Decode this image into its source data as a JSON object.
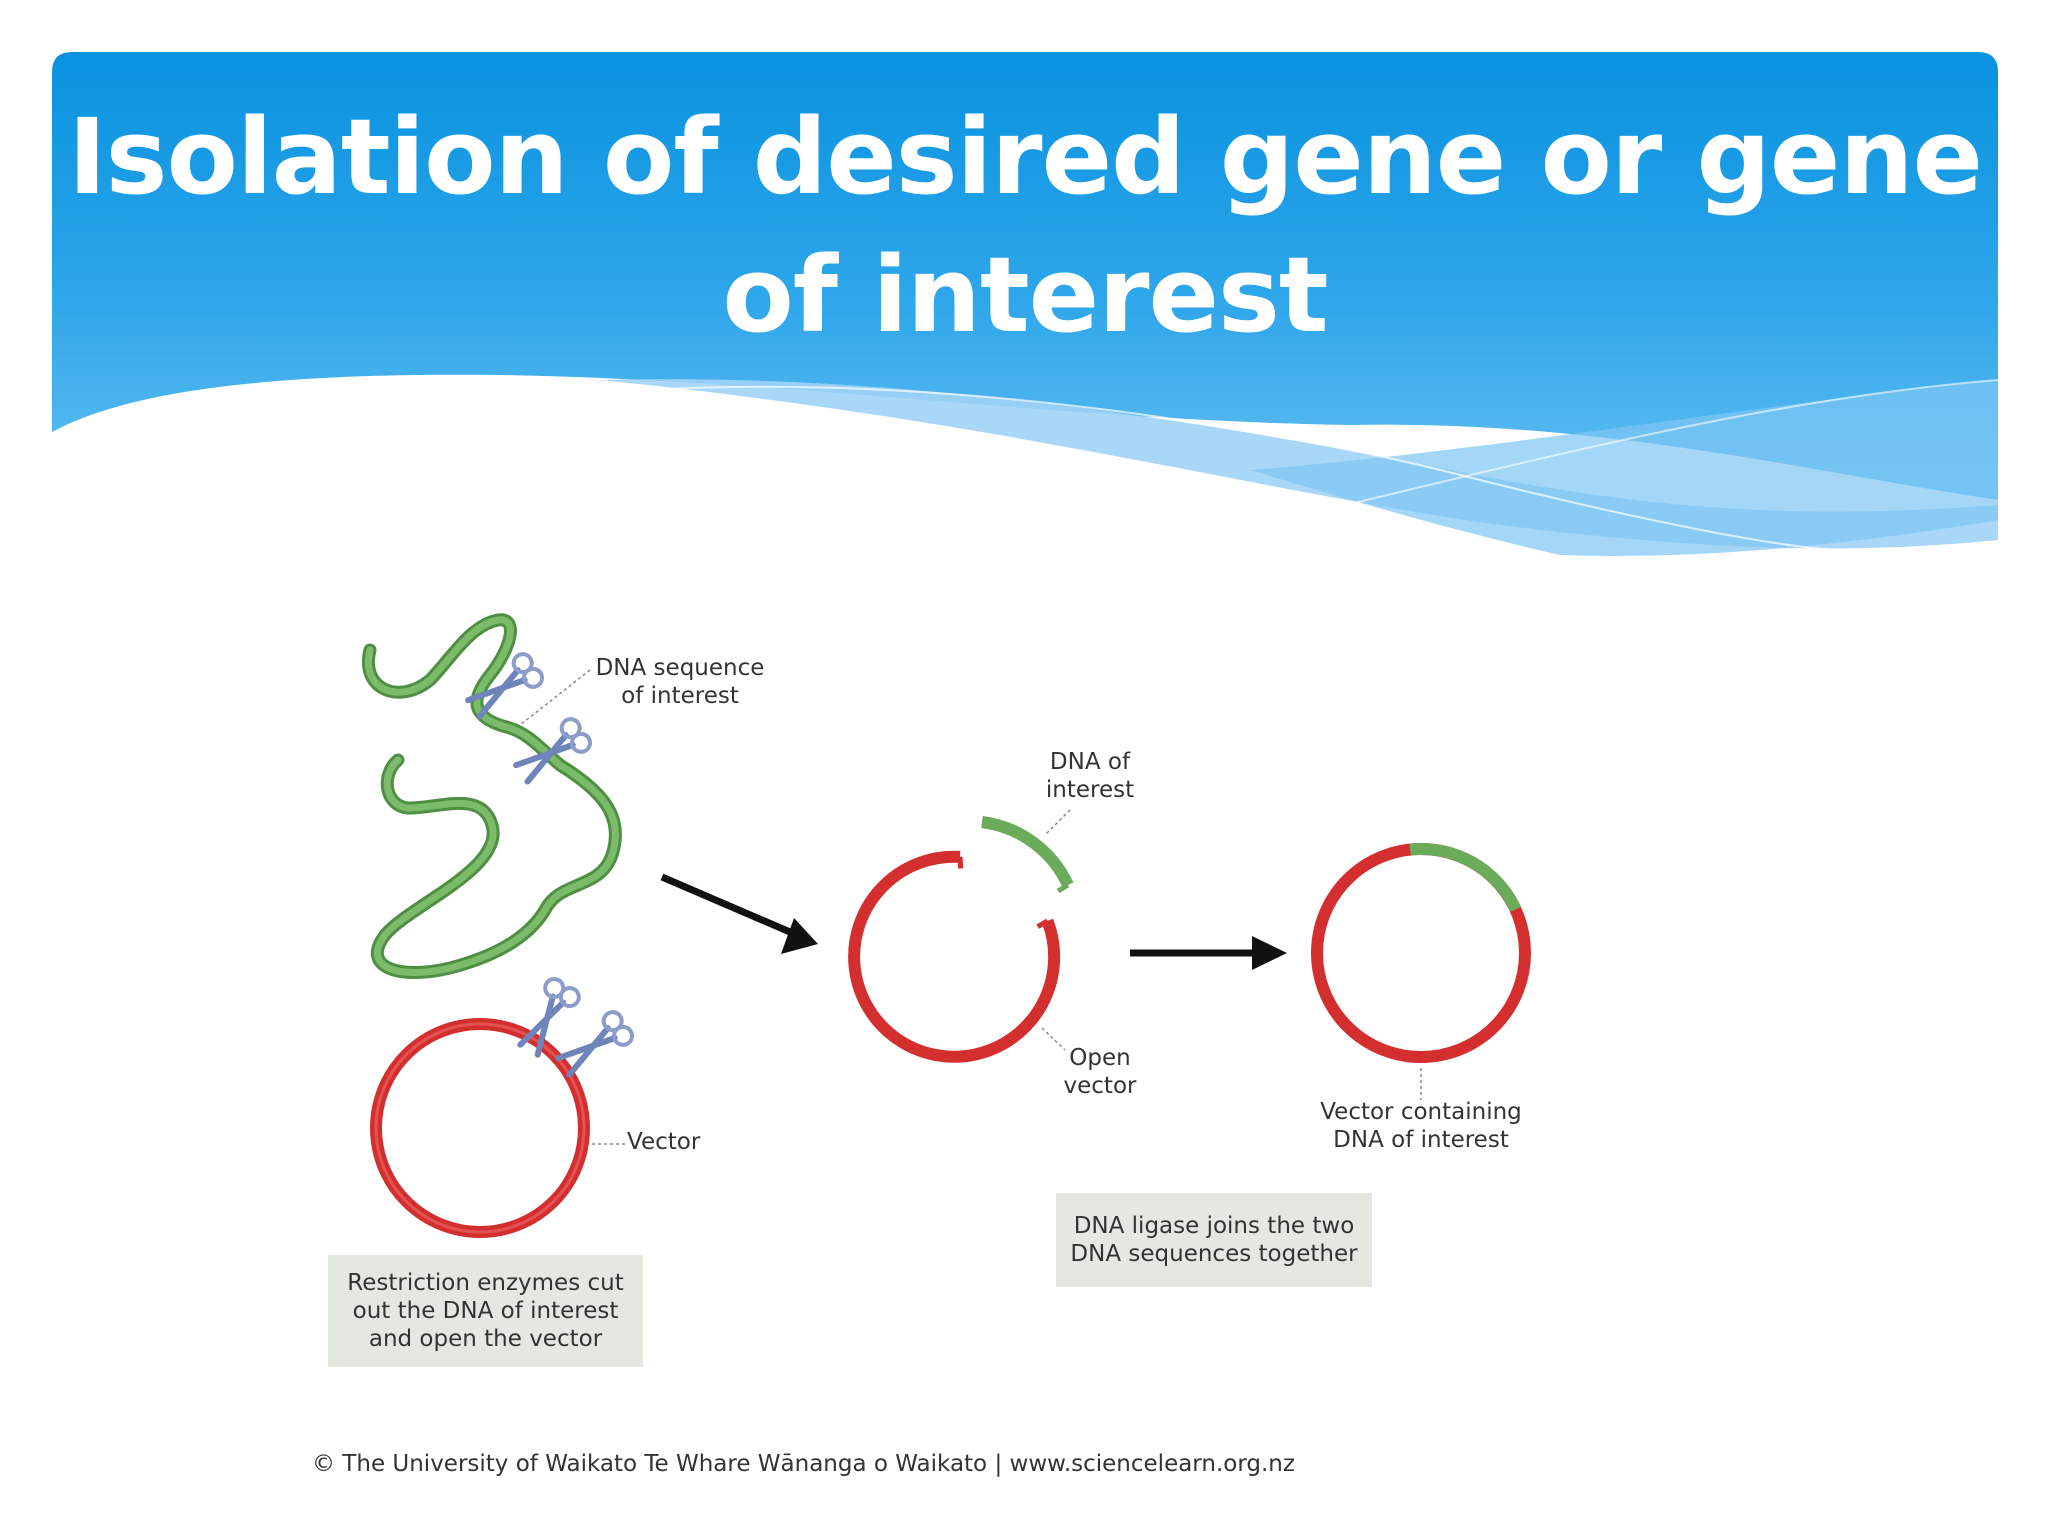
{
  "slide": {
    "title": "Isolation of desired gene or gene of interest"
  },
  "diagram": {
    "labels": {
      "dna_sequence": "DNA sequence\nof interest",
      "vector": "Vector",
      "dna_of_interest": "DNA of\ninterest",
      "open_vector": "Open\nvector",
      "vector_containing": "Vector containing\nDNA of interest"
    },
    "captions": {
      "restriction": "Restriction enzymes cut\nout the DNA of interest\nand open the vector",
      "ligase": "DNA ligase joins the two\nDNA sequences together"
    },
    "credit": "© The University of Waikato Te Whare Wānanga o Waikato | www.sciencelearn.org.nz"
  },
  "colors": {
    "header_blue": "#0a96e0",
    "header_light": "#4fb4ef",
    "wave_light": "#9fd3f7",
    "dna_green": "#6aac5a",
    "vector_red": "#d42f2f",
    "scissors": "#8b9dc8",
    "arrow": "#111111",
    "caption_bg": "#e3e8e1"
  },
  "icons": [
    "scissors-icon",
    "arrow-right-icon"
  ]
}
